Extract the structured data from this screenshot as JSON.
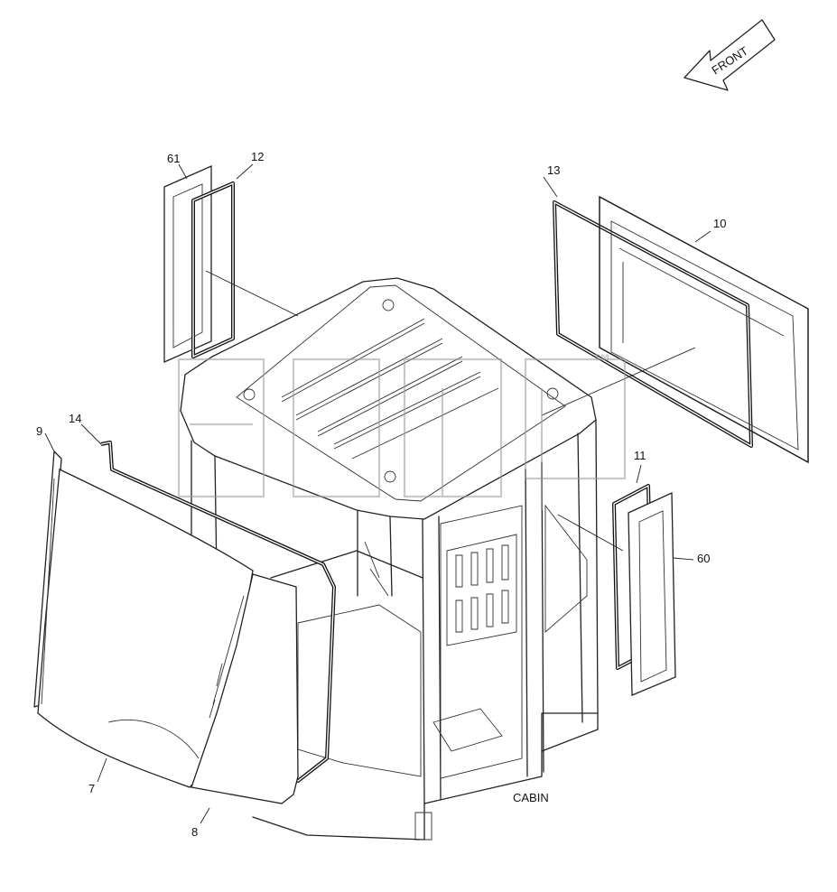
{
  "diagram": {
    "front_arrow_label": "FRONT",
    "assembly_label": "CABIN",
    "part_callouts": [
      "61",
      "12",
      "13",
      "10",
      "9",
      "14",
      "11",
      "60",
      "7",
      "8"
    ],
    "watermark_mark": "™"
  }
}
